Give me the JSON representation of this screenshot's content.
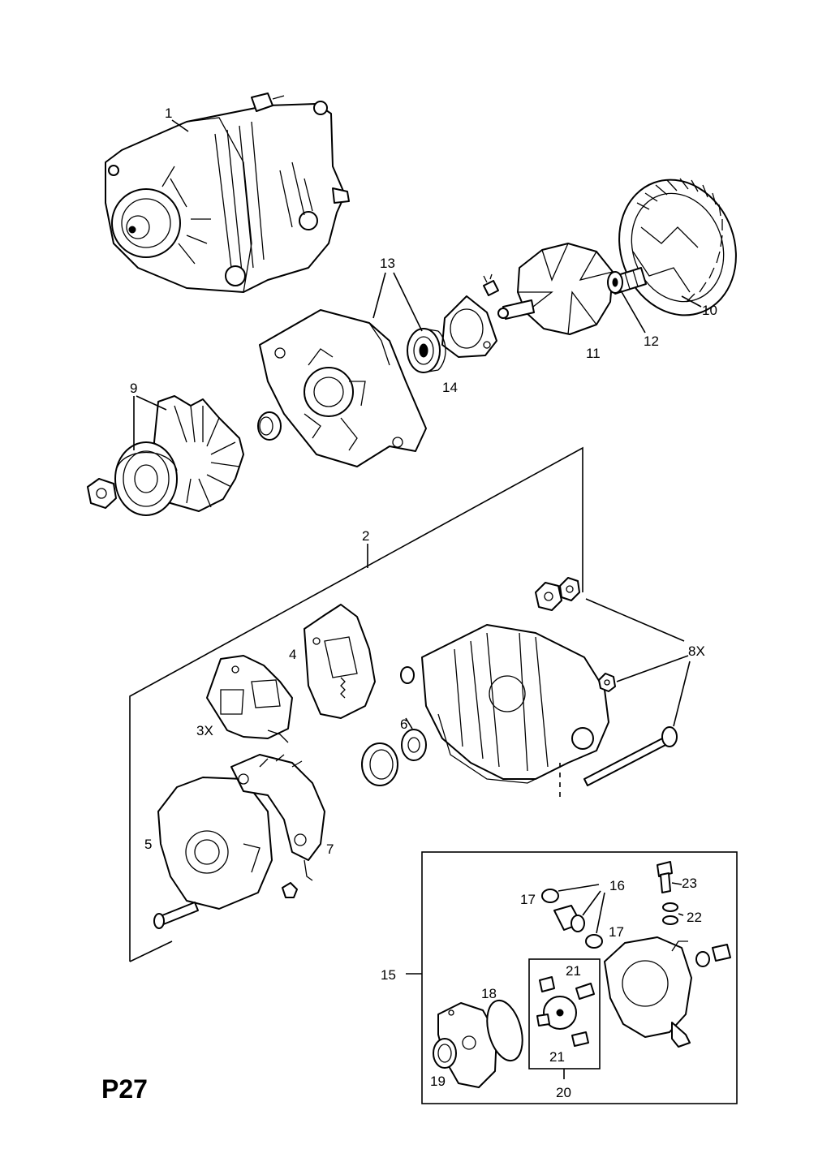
{
  "page_code": "P27",
  "callouts": {
    "c1": "1",
    "c2": "2",
    "c3x": "3X",
    "c4": "4",
    "c5": "5",
    "c6": "6",
    "c7": "7",
    "c8x": "8X",
    "c9": "9",
    "c10": "10",
    "c11": "11",
    "c12": "12",
    "c13": "13",
    "c14": "14",
    "c15": "15",
    "c16": "16",
    "c17a": "17",
    "c17b": "17",
    "c18": "18",
    "c19": "19",
    "c20": "20",
    "c21a": "21",
    "c21b": "21",
    "c22": "22",
    "c23": "23"
  }
}
